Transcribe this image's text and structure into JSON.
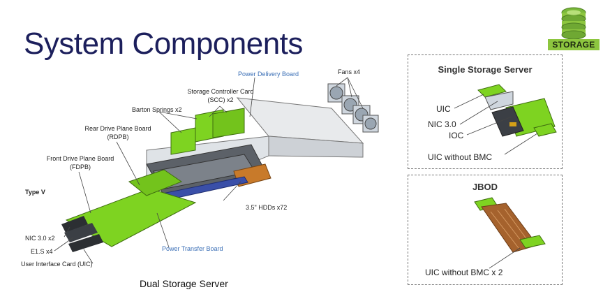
{
  "slide": {
    "title": "System Components",
    "badge_label": "STORAGE"
  },
  "main_diagram": {
    "labels": {
      "power_delivery_board": "Power Delivery Board",
      "fans": "Fans x4",
      "scc_line1": "Storage Controller Card",
      "scc_line2": "(SCC) x2",
      "barton_springs": "Barton Springs x2",
      "rdpb_line1": "Rear Drive Plane Board",
      "rdpb_line2": "(RDPB)",
      "fdpb_line1": "Front Drive Plane Board",
      "fdpb_line2": "(FDPB)",
      "type_v": "Type V",
      "hdds": "3.5\" HDDs x72",
      "nic": "NIC 3.0 x2",
      "e1s": "E1.S x4",
      "uic": "User Interface Card (UIC)",
      "power_transfer_board": "Power Transfer Board"
    },
    "caption": "Dual Storage Server"
  },
  "single_panel": {
    "title": "Single Storage Server",
    "labels": [
      "UIC",
      "NIC 3.0",
      "IOC",
      "UIC without BMC"
    ]
  },
  "jbod_panel": {
    "title": "JBOD",
    "labels": [
      "UIC without BMC x 2"
    ]
  },
  "colors": {
    "title": "#1c1f5c",
    "board_green": "#7ed321",
    "badge_green": "#8dc63f",
    "label_blue": "#3b6fb6",
    "hdd_orange": "#c87a2a",
    "jbod_brown": "#a5622d"
  }
}
